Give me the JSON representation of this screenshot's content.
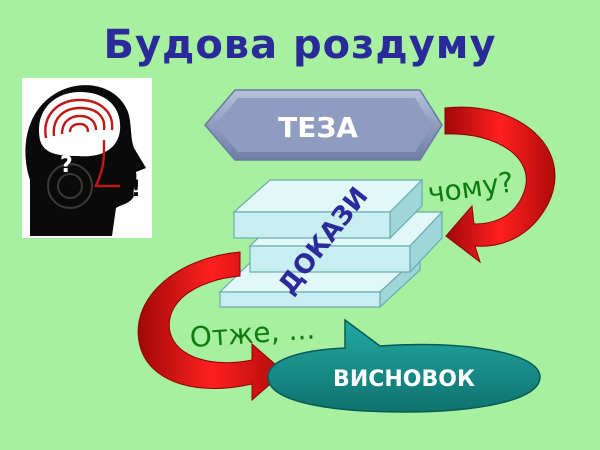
{
  "title": "Будова роздуму",
  "thesis": "ТЕЗА",
  "question": "чому?",
  "proofs": "ДОКАЗИ",
  "therefore": "Отже, ...",
  "conclusion": "ВИСНОВОК",
  "colors": {
    "background": "#a6f0a0",
    "title": "#2a2a9a",
    "arrow": "#e01818",
    "thesis_fill": "#8f9dbf",
    "slab_fill": "#c8eef0",
    "conclusion_fill": "#188f8a",
    "green_text": "#0f7a0f"
  },
  "icons": [
    "head-brain-icon",
    "question-mark-icon",
    "exclamation-mark-icon"
  ]
}
